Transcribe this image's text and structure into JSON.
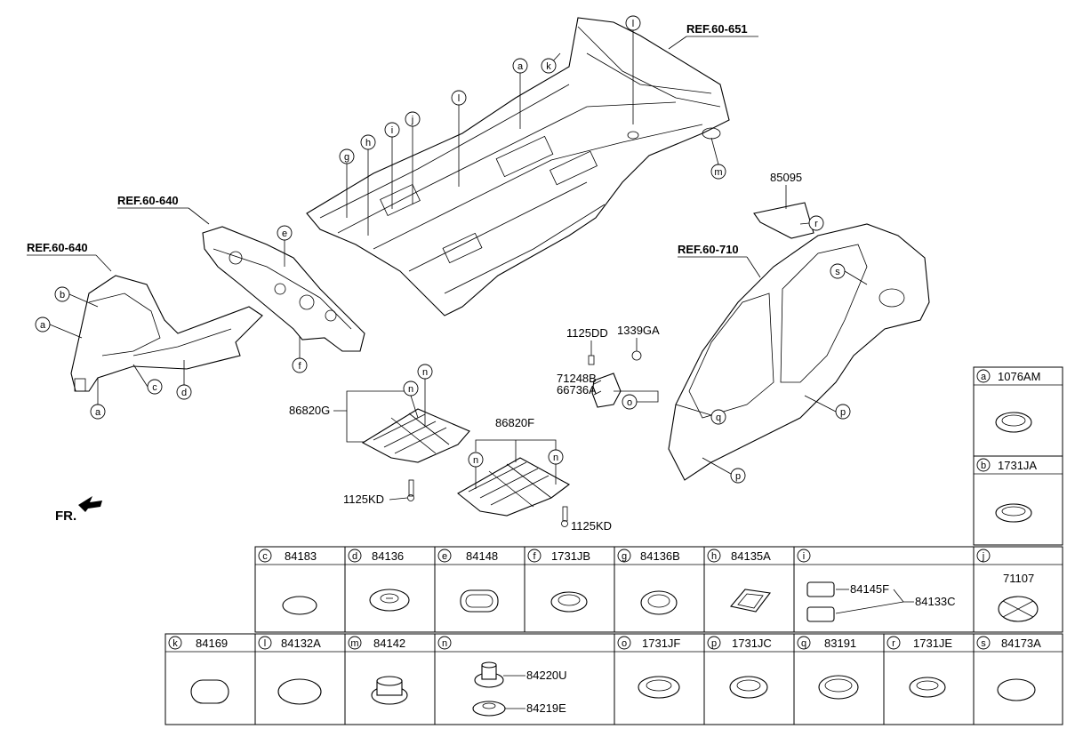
{
  "diagram": {
    "refs": [
      "REF.60-651",
      "REF.60-640",
      "REF.60-640",
      "REF.60-710"
    ],
    "front_label": "FR.",
    "callouts": {
      "n85095": "85095",
      "n1125DD": "1125DD",
      "n1339GA": "1339GA",
      "n71248B": "71248B",
      "n66736A": "66736A",
      "n86820G": "86820G",
      "n86820F": "86820F",
      "n1125KD_a": "1125KD",
      "n1125KD_b": "1125KD"
    },
    "letters": [
      "a",
      "b",
      "c",
      "d",
      "e",
      "f",
      "g",
      "h",
      "i",
      "j",
      "k",
      "l",
      "m",
      "n",
      "o",
      "p",
      "q",
      "r",
      "s"
    ]
  },
  "legend": {
    "a": {
      "letter": "a",
      "part": "1076AM"
    },
    "b": {
      "letter": "b",
      "part": "1731JA"
    },
    "c": {
      "letter": "c",
      "part": "84183"
    },
    "d": {
      "letter": "d",
      "part": "84136"
    },
    "e": {
      "letter": "e",
      "part": "84148"
    },
    "f": {
      "letter": "f",
      "part": "1731JB"
    },
    "g": {
      "letter": "g",
      "part": "84136B"
    },
    "h": {
      "letter": "h",
      "part": "84135A"
    },
    "i": {
      "letter": "i",
      "part": "",
      "sub1": "84145F",
      "sub2": "84133C"
    },
    "j": {
      "letter": "j",
      "part": "",
      "sub1": "71107"
    },
    "k": {
      "letter": "k",
      "part": "84169"
    },
    "l": {
      "letter": "l",
      "part": "84132A"
    },
    "m": {
      "letter": "m",
      "part": "84142"
    },
    "n": {
      "letter": "n",
      "part": "",
      "sub1": "84220U",
      "sub2": "84219E"
    },
    "o": {
      "letter": "o",
      "part": "1731JF"
    },
    "p": {
      "letter": "p",
      "part": "1731JC"
    },
    "q": {
      "letter": "q",
      "part": "83191"
    },
    "r": {
      "letter": "r",
      "part": "1731JE"
    },
    "s": {
      "letter": "s",
      "part": "84173A"
    }
  }
}
